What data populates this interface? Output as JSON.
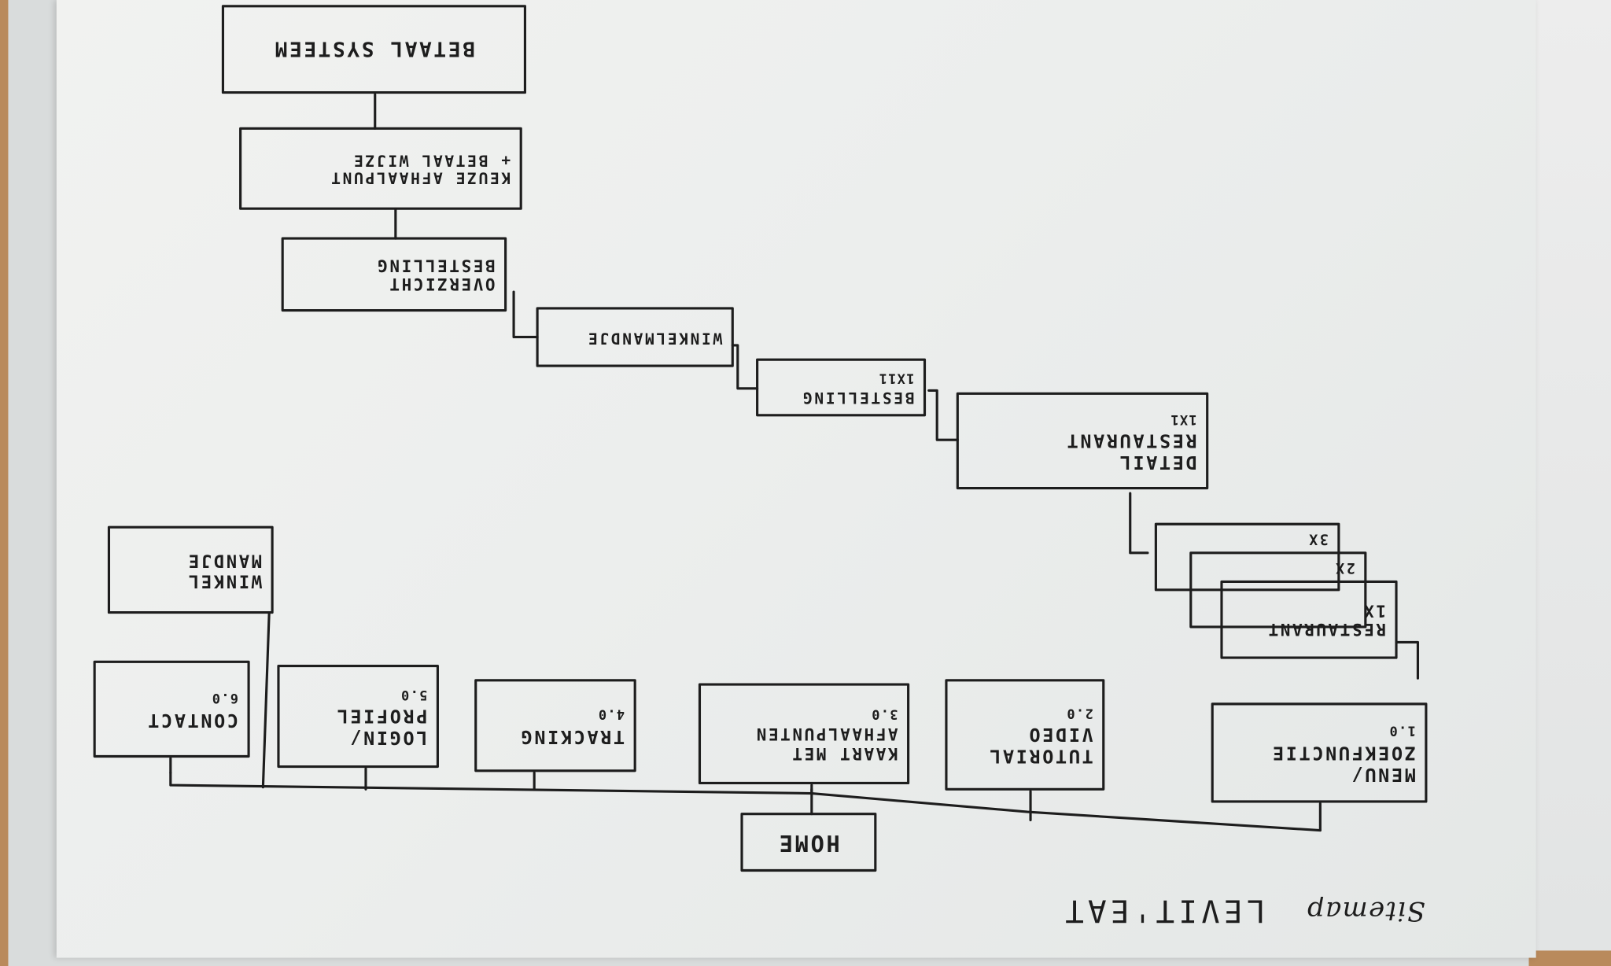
{
  "title": {
    "label": "Sitemap",
    "name": "LEVIT'EAT"
  },
  "nodes": {
    "home": {
      "label": "HOME"
    },
    "menu": {
      "line1": "MENU/",
      "line2": "ZOEKFUNCTIE",
      "num": "1.0"
    },
    "tutorial": {
      "line1": "TUTORIAL",
      "line2": "VIDEO",
      "num": "2.0"
    },
    "kaart": {
      "line1": "KAART MET",
      "line2": "AFHAALPUNTEN",
      "num": "3.0"
    },
    "tracking": {
      "line1": "TRACKING",
      "num": "4.0"
    },
    "login": {
      "line1": "LOGIN/",
      "line2": "PROFIEL",
      "num": "5.0"
    },
    "contact": {
      "line1": "CONTACT",
      "num": "6.0"
    },
    "winkelmandje_top": {
      "line1": "WINKEL",
      "line2": "MANDJE"
    },
    "restaurant1": {
      "line1": "RESTAURANT",
      "line2": "1X"
    },
    "restaurant2": {
      "line1": "2X"
    },
    "restaurant3": {
      "line1": "3X"
    },
    "detail_restaurant": {
      "line1": "DETAIL",
      "line2": "RESTAURANT",
      "line3": "1X1"
    },
    "bestelling": {
      "line1": "BESTELLING",
      "line2": "1X11"
    },
    "winkelmandje": {
      "line1": "WINKELMANDJE"
    },
    "overzicht": {
      "line1": "OVERZICHT",
      "line2": "BESTELLING"
    },
    "keuze": {
      "line1": "KEUZE AFHAALPUNT",
      "line2": "+ BETAAL WIJZE"
    },
    "betaal": {
      "line1": "BETAAL SYSTEEM"
    }
  },
  "colors": {
    "paper": "#eceeed",
    "ink": "#1d1d1d",
    "desk": "#b98a5c"
  }
}
